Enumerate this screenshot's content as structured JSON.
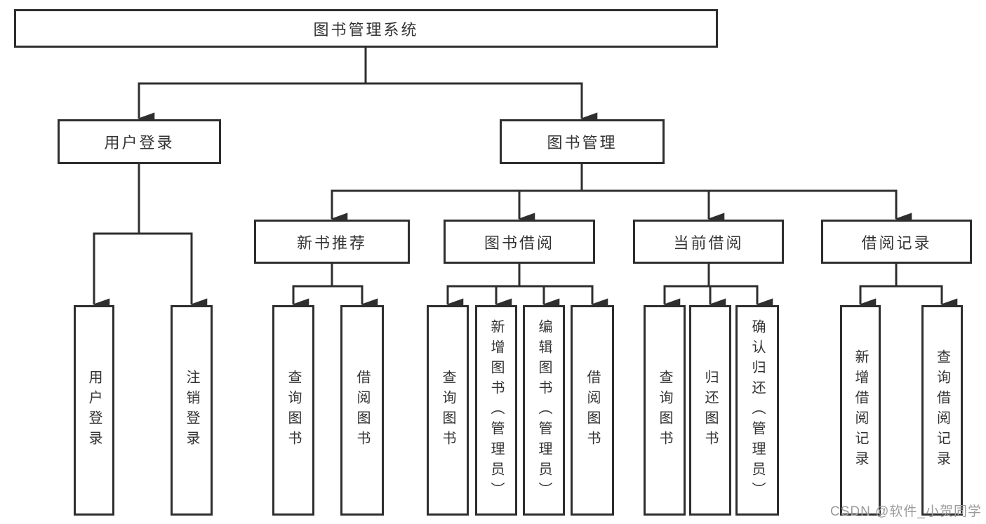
{
  "diagram": {
    "type": "hierarchy-tree",
    "nodes": {
      "root": {
        "label": "图书管理系统"
      },
      "user_login": {
        "label": "用户登录"
      },
      "book_management": {
        "label": "图书管理"
      },
      "new_book_recommend": {
        "label": "新书推荐"
      },
      "book_borrowing": {
        "label": "图书借阅"
      },
      "current_borrowing": {
        "label": "当前借阅"
      },
      "borrowing_records": {
        "label": "借阅记录"
      },
      "leaf_user_login": {
        "label": "用户登录"
      },
      "leaf_logout": {
        "label": "注销登录"
      },
      "leaf_nbr_query_books": {
        "label": "查询图书"
      },
      "leaf_nbr_borrow_books": {
        "label": "借阅图书"
      },
      "leaf_bb_query_books": {
        "label": "查询图书"
      },
      "leaf_bb_add_books": {
        "label": "新增图书（管理员）"
      },
      "leaf_bb_edit_books": {
        "label": "编辑图书（管理员）"
      },
      "leaf_bb_borrow_books": {
        "label": "借阅图书"
      },
      "leaf_cb_query_books": {
        "label": "查询图书"
      },
      "leaf_cb_return_books": {
        "label": "归还图书"
      },
      "leaf_cb_confirm_return": {
        "label": "确认归还（管理员）"
      },
      "leaf_br_add_record": {
        "label": "新增借阅记录"
      },
      "leaf_br_query_record": {
        "label": "查询借阅记录"
      }
    },
    "hierarchy": {
      "root": [
        "user_login",
        "book_management"
      ],
      "user_login": [
        "leaf_user_login",
        "leaf_logout"
      ],
      "book_management": [
        "new_book_recommend",
        "book_borrowing",
        "current_borrowing",
        "borrowing_records"
      ],
      "new_book_recommend": [
        "leaf_nbr_query_books",
        "leaf_nbr_borrow_books"
      ],
      "book_borrowing": [
        "leaf_bb_query_books",
        "leaf_bb_add_books",
        "leaf_bb_edit_books",
        "leaf_bb_borrow_books"
      ],
      "current_borrowing": [
        "leaf_cb_query_books",
        "leaf_cb_return_books",
        "leaf_cb_confirm_return"
      ],
      "borrowing_records": [
        "leaf_br_add_record",
        "leaf_br_query_record"
      ]
    }
  },
  "watermark": {
    "text": "CSDN @软件_小贺同学"
  },
  "colors": {
    "line": "#2e2e2e",
    "box_border": "#2e2e2e",
    "text": "#333333",
    "watermark": "#9b9b9b",
    "background": "#ffffff"
  }
}
